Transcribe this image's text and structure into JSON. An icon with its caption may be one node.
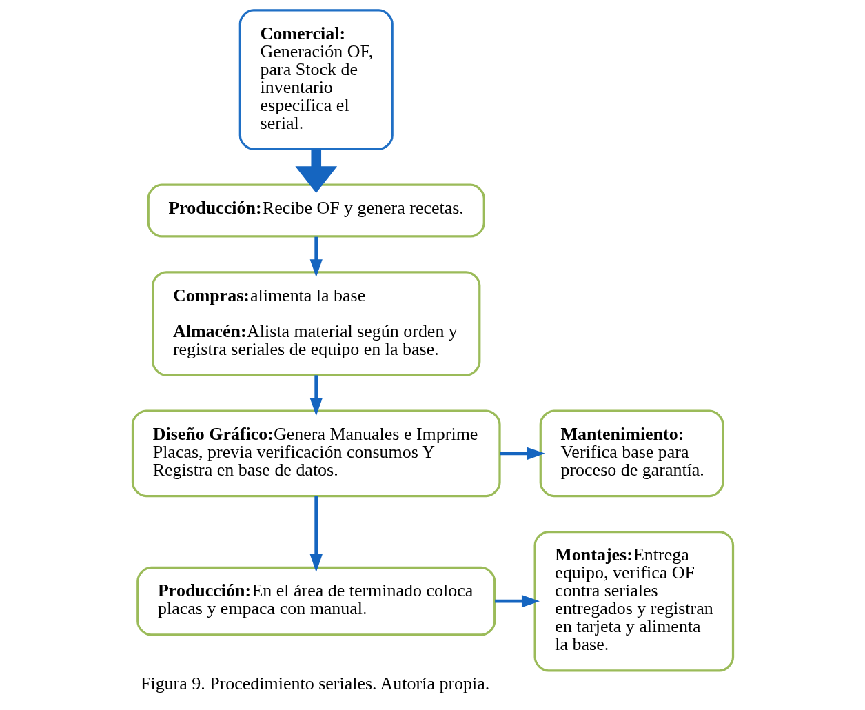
{
  "diagram": {
    "caption": "Figura 9. Procedimiento seriales. Autoría propia.",
    "nodes": [
      {
        "text": [
          "Comercial:",
          "Generación OF, para Stock de inventario especifica el serial."
        ]
      },
      {
        "text": [
          "Producción:",
          "Recibe OF y genera recetas."
        ]
      },
      {
        "text": [
          "Compras:",
          "alimenta la base",
          "Almacén:",
          "Alista material según orden y registra seriales de equipo en la base."
        ]
      },
      {
        "text": [
          "Diseño Gráfico:",
          "Genera Manuales e Imprime Placas, previa verificación consumos Y Registra en base de datos."
        ]
      },
      {
        "text": [
          "Mantenimiento:",
          "Verifica base para proceso de garantía."
        ]
      },
      {
        "text": [
          "Producción:",
          "En el área de terminado coloca placas y empaca con manual."
        ]
      },
      {
        "text": [
          "Montajes:",
          "Entrega equipo, verifica OF contra seriales entregados y registran en tarjeta y alimenta la base."
        ]
      }
    ],
    "edges": [
      {
        "from": 0,
        "to": 1,
        "arrow": "to",
        "style": "thick"
      },
      {
        "from": 1,
        "to": 2,
        "arrow": "to"
      },
      {
        "from": 2,
        "to": 3,
        "arrow": "to"
      },
      {
        "from": 3,
        "to": 4,
        "arrow": "to"
      },
      {
        "from": 3,
        "to": 5,
        "arrow": "to"
      },
      {
        "from": 5,
        "to": 6,
        "arrow": "to"
      }
    ]
  }
}
